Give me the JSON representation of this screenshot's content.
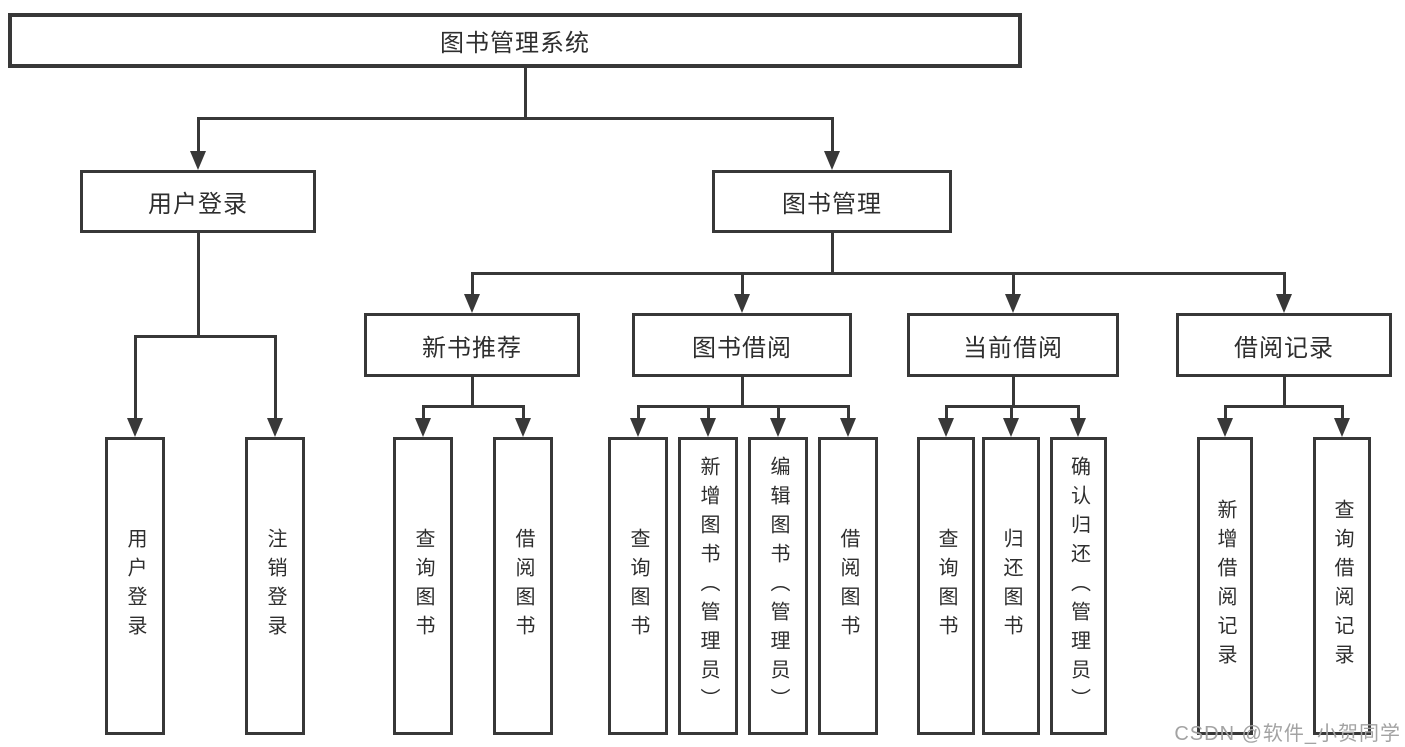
{
  "diagram": {
    "root": {
      "label": "图书管理系统"
    },
    "level2": [
      {
        "label": "用户登录"
      },
      {
        "label": "图书管理"
      }
    ],
    "level3": [
      {
        "label": "新书推荐"
      },
      {
        "label": "图书借阅"
      },
      {
        "label": "当前借阅"
      },
      {
        "label": "借阅记录"
      }
    ],
    "leaves": [
      {
        "label": "用户登录"
      },
      {
        "label": "注销登录"
      },
      {
        "label": "查询图书"
      },
      {
        "label": "借阅图书"
      },
      {
        "label": "查询图书"
      },
      {
        "label": "新增图书（管理员）"
      },
      {
        "label": "编辑图书（管理员）"
      },
      {
        "label": "借阅图书"
      },
      {
        "label": "查询图书"
      },
      {
        "label": "归还图书"
      },
      {
        "label": "确认归还（管理员）"
      },
      {
        "label": "新增借阅记录"
      },
      {
        "label": "查询借阅记录"
      }
    ]
  },
  "watermark": {
    "text": "CSDN @软件_小贺同学"
  },
  "colors": {
    "line": "#383838",
    "text": "#2e2e2e",
    "watermark": "#a3a3a3"
  }
}
